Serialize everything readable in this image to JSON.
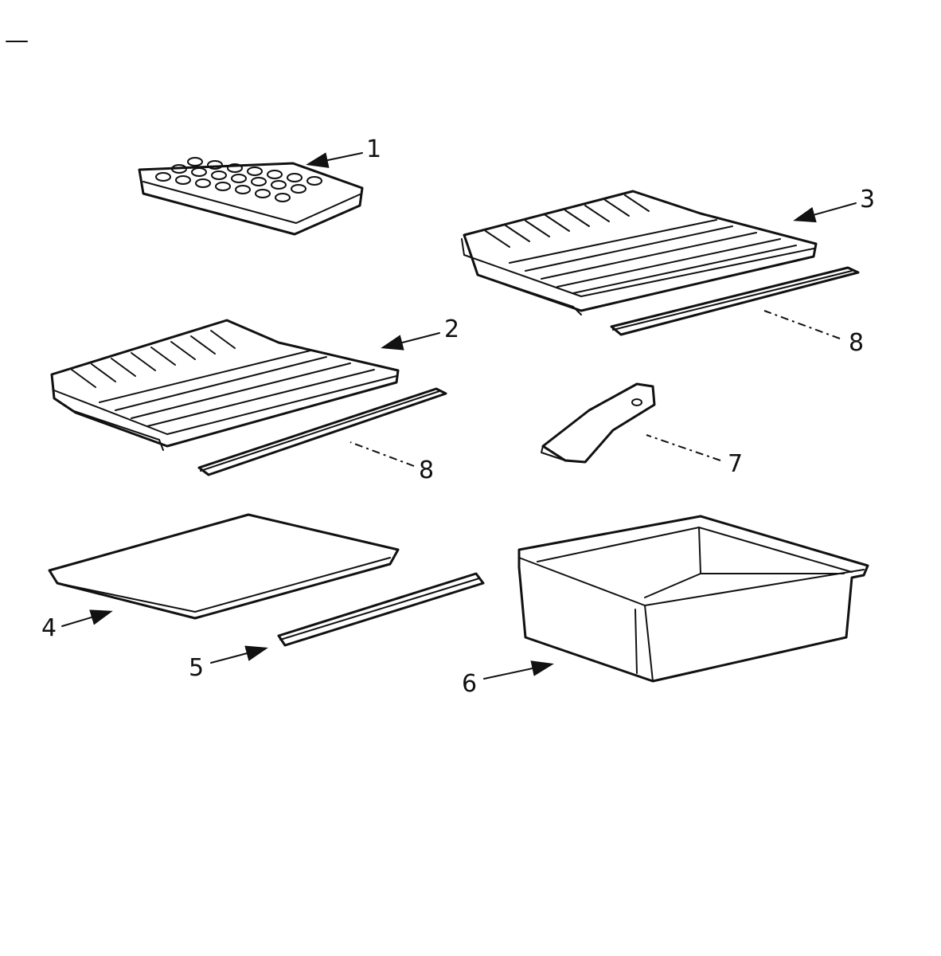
{
  "callouts": {
    "c1": "1",
    "c2": "2",
    "c3": "3",
    "c4": "4",
    "c5": "5",
    "c6": "6",
    "c7": "7",
    "c8a": "8",
    "c8b": "8"
  },
  "parts": [
    "ice-tray",
    "shelf",
    "shelf",
    "glass-shelf",
    "trim",
    "crisper-pan",
    "scraper",
    "trim"
  ]
}
